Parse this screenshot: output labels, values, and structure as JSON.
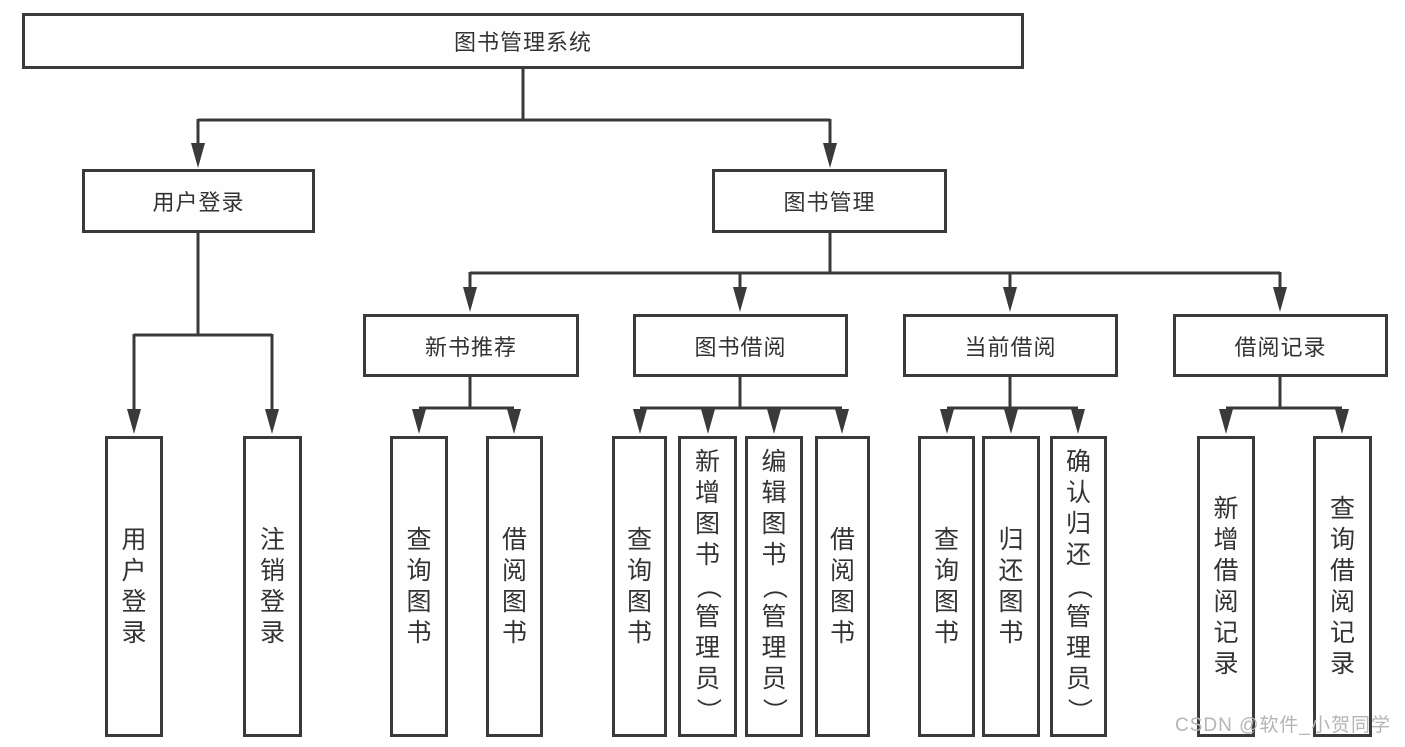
{
  "tree": {
    "label": "图书管理系统",
    "children": [
      {
        "label": "用户登录",
        "children": [
          {
            "label": "用户登录"
          },
          {
            "label": "注销登录"
          }
        ]
      },
      {
        "label": "图书管理",
        "children": [
          {
            "label": "新书推荐",
            "children": [
              {
                "label": "查询图书"
              },
              {
                "label": "借阅图书"
              }
            ]
          },
          {
            "label": "图书借阅",
            "children": [
              {
                "label": "查询图书"
              },
              {
                "label": "新增图书（管理员）"
              },
              {
                "label": "编辑图书（管理员）"
              },
              {
                "label": "借阅图书"
              }
            ]
          },
          {
            "label": "当前借阅",
            "children": [
              {
                "label": "查询图书"
              },
              {
                "label": "归还图书"
              },
              {
                "label": "确认归还（管理员）"
              }
            ]
          },
          {
            "label": "借阅记录",
            "children": [
              {
                "label": "新增借阅记录"
              },
              {
                "label": "查询借阅记录"
              }
            ]
          }
        ]
      }
    ]
  },
  "watermark": "CSDN @软件_小贺同学",
  "colors": {
    "line": "#3a3a3a",
    "text": "#333333",
    "box_fill": "#ffffff",
    "watermark": "#b5b5b5"
  }
}
